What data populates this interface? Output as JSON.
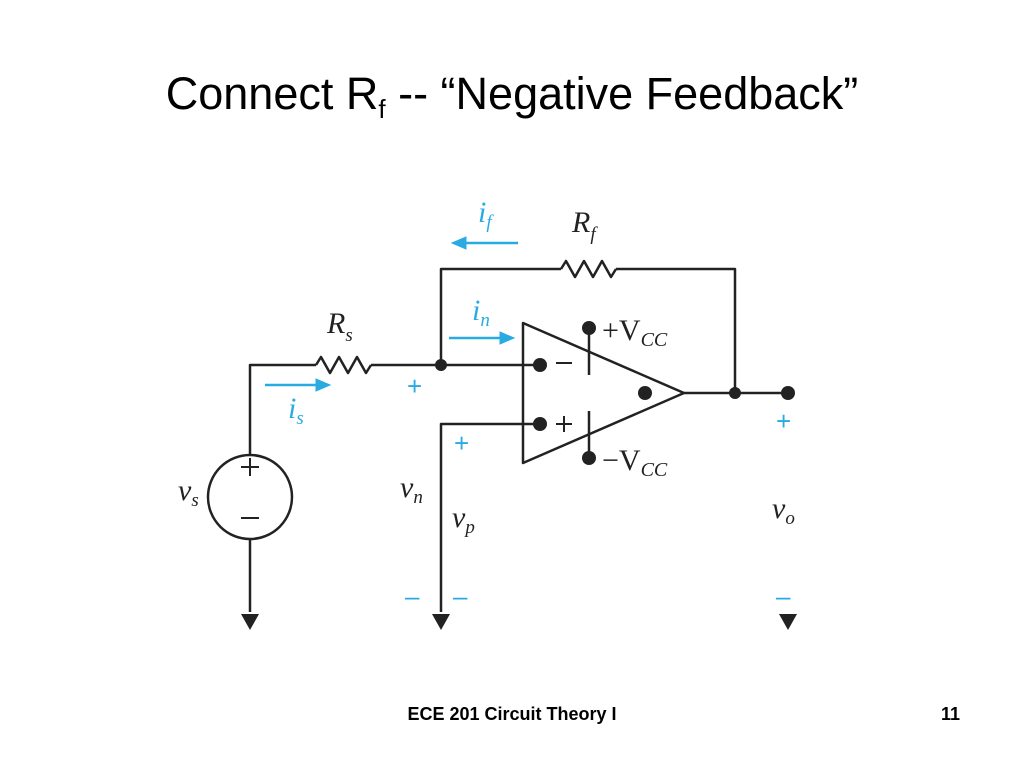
{
  "title": {
    "prefix": "Connect R",
    "subscript": "f",
    "suffix": " -- “Negative Feedback”"
  },
  "circuit": {
    "labels": {
      "if_main": "i",
      "if_sub": "f",
      "rf_main": "R",
      "rf_sub": "f",
      "in_main": "i",
      "in_sub": "n",
      "rs_main": "R",
      "rs_sub": "s",
      "is_main": "i",
      "is_sub": "s",
      "vcc_pos_main": "+V",
      "vcc_pos_sub": "CC",
      "vcc_neg_main": "−V",
      "vcc_neg_sub": "CC",
      "vs_main": "v",
      "vs_sub": "s",
      "vn_main": "v",
      "vn_sub": "n",
      "vp_main": "v",
      "vp_sub": "p",
      "vo_main": "v",
      "vo_sub": "o",
      "plus": "+",
      "minus": "−",
      "dash": "–"
    },
    "colors": {
      "wire": "#222222",
      "current_arrow": "#29abe2",
      "polarity": "#29abe2"
    }
  },
  "footer": {
    "course": "ECE 201 Circuit Theory I",
    "page": "11"
  }
}
